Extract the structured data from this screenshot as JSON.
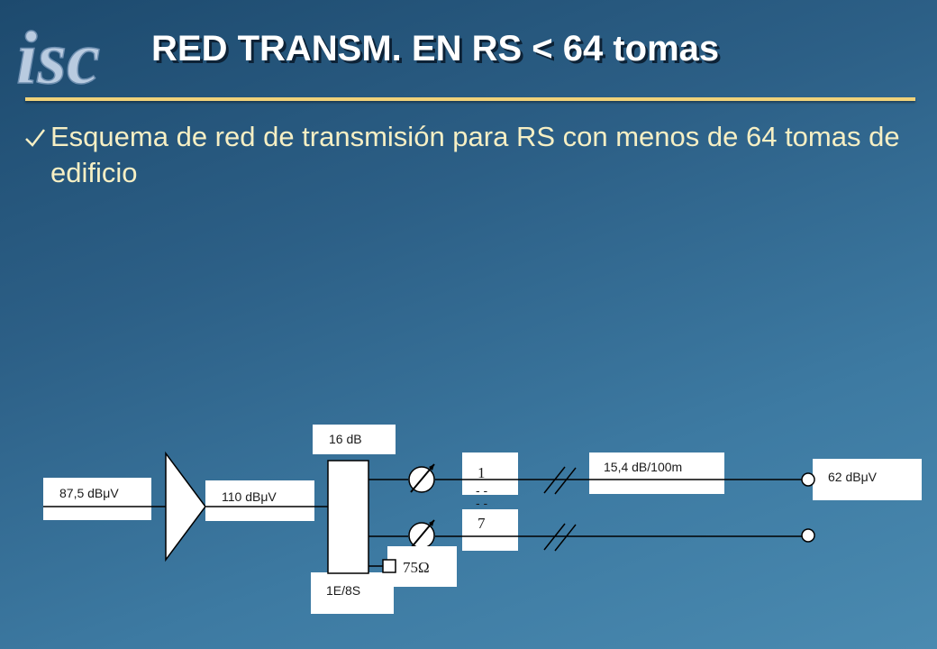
{
  "slide": {
    "title": "RED TRANSM. EN RS < 64 tomas",
    "bullet": "Esquema de red de transmisión para RS con menos de 64 tomas de edificio"
  },
  "logo": {
    "text": "isc",
    "icon": "isc-logo"
  },
  "colors": {
    "accent_rule": "#f0d27a",
    "bullet_text": "#f6efc4",
    "title_text": "#ffffff"
  },
  "diagram": {
    "input_level": "87,5 dBμV",
    "amplifier_output": "110 dBμV",
    "splitter_loss": "16 dB",
    "splitter_name": "1E/8S",
    "terminator": "75Ω",
    "outputs_top": "1",
    "outputs_dashes_a": "- -",
    "outputs_dashes_b": "- -",
    "outputs_bottom": "7",
    "cable_attenuation": "15,4 dB/100m",
    "output_level": "62 dBμV"
  }
}
